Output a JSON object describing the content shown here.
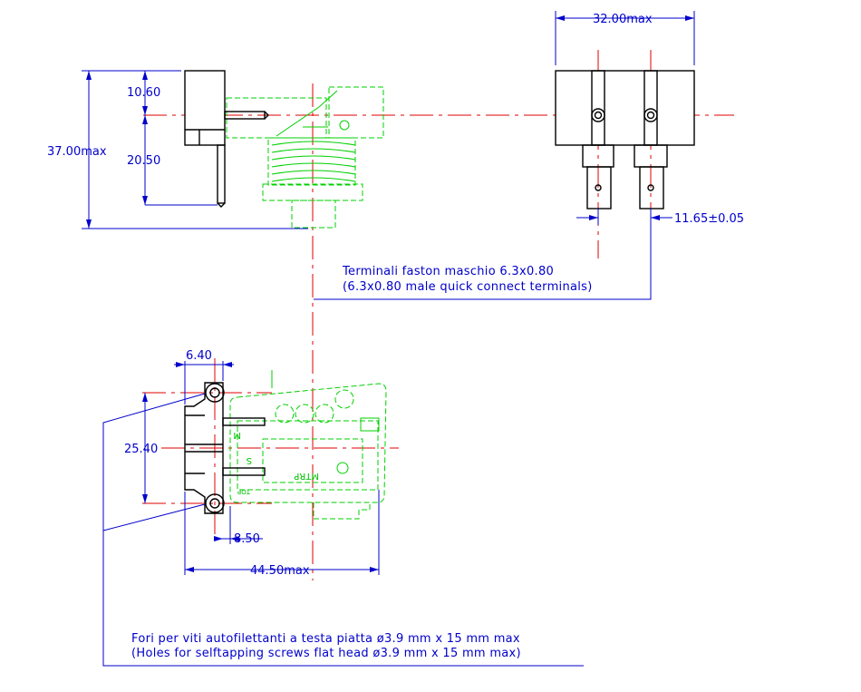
{
  "dimensions": {
    "width_max": "32.00max",
    "height_max": "37.00max",
    "d_10_60": "10.60",
    "d_20_50": "20.50",
    "terminal_pitch": "11.65±0.05",
    "d_6_40": "6.40",
    "hole_pitch": "25.40",
    "d_8_50": "8.50",
    "length_max": "44.50max"
  },
  "notes": {
    "terminals_it": "Terminali faston maschio 6.3x0.80",
    "terminals_en": "(6.3x0.80 male quick connect terminals)",
    "holes_it": "Fori per viti autofilettanti a testa piatta ø3.9 mm x 15 mm max",
    "holes_en": "(Holes for selftapping screws flat head ø3.9 mm x 15 mm max)"
  },
  "part_markings": {
    "brand": "MTRP",
    "mark_m": "M",
    "mark_s": "S",
    "mark_top": "TOP"
  },
  "colors": {
    "outline": "#000000",
    "dimension": "#0000cc",
    "centerline": "#e00000",
    "phantom": "#00d000"
  }
}
